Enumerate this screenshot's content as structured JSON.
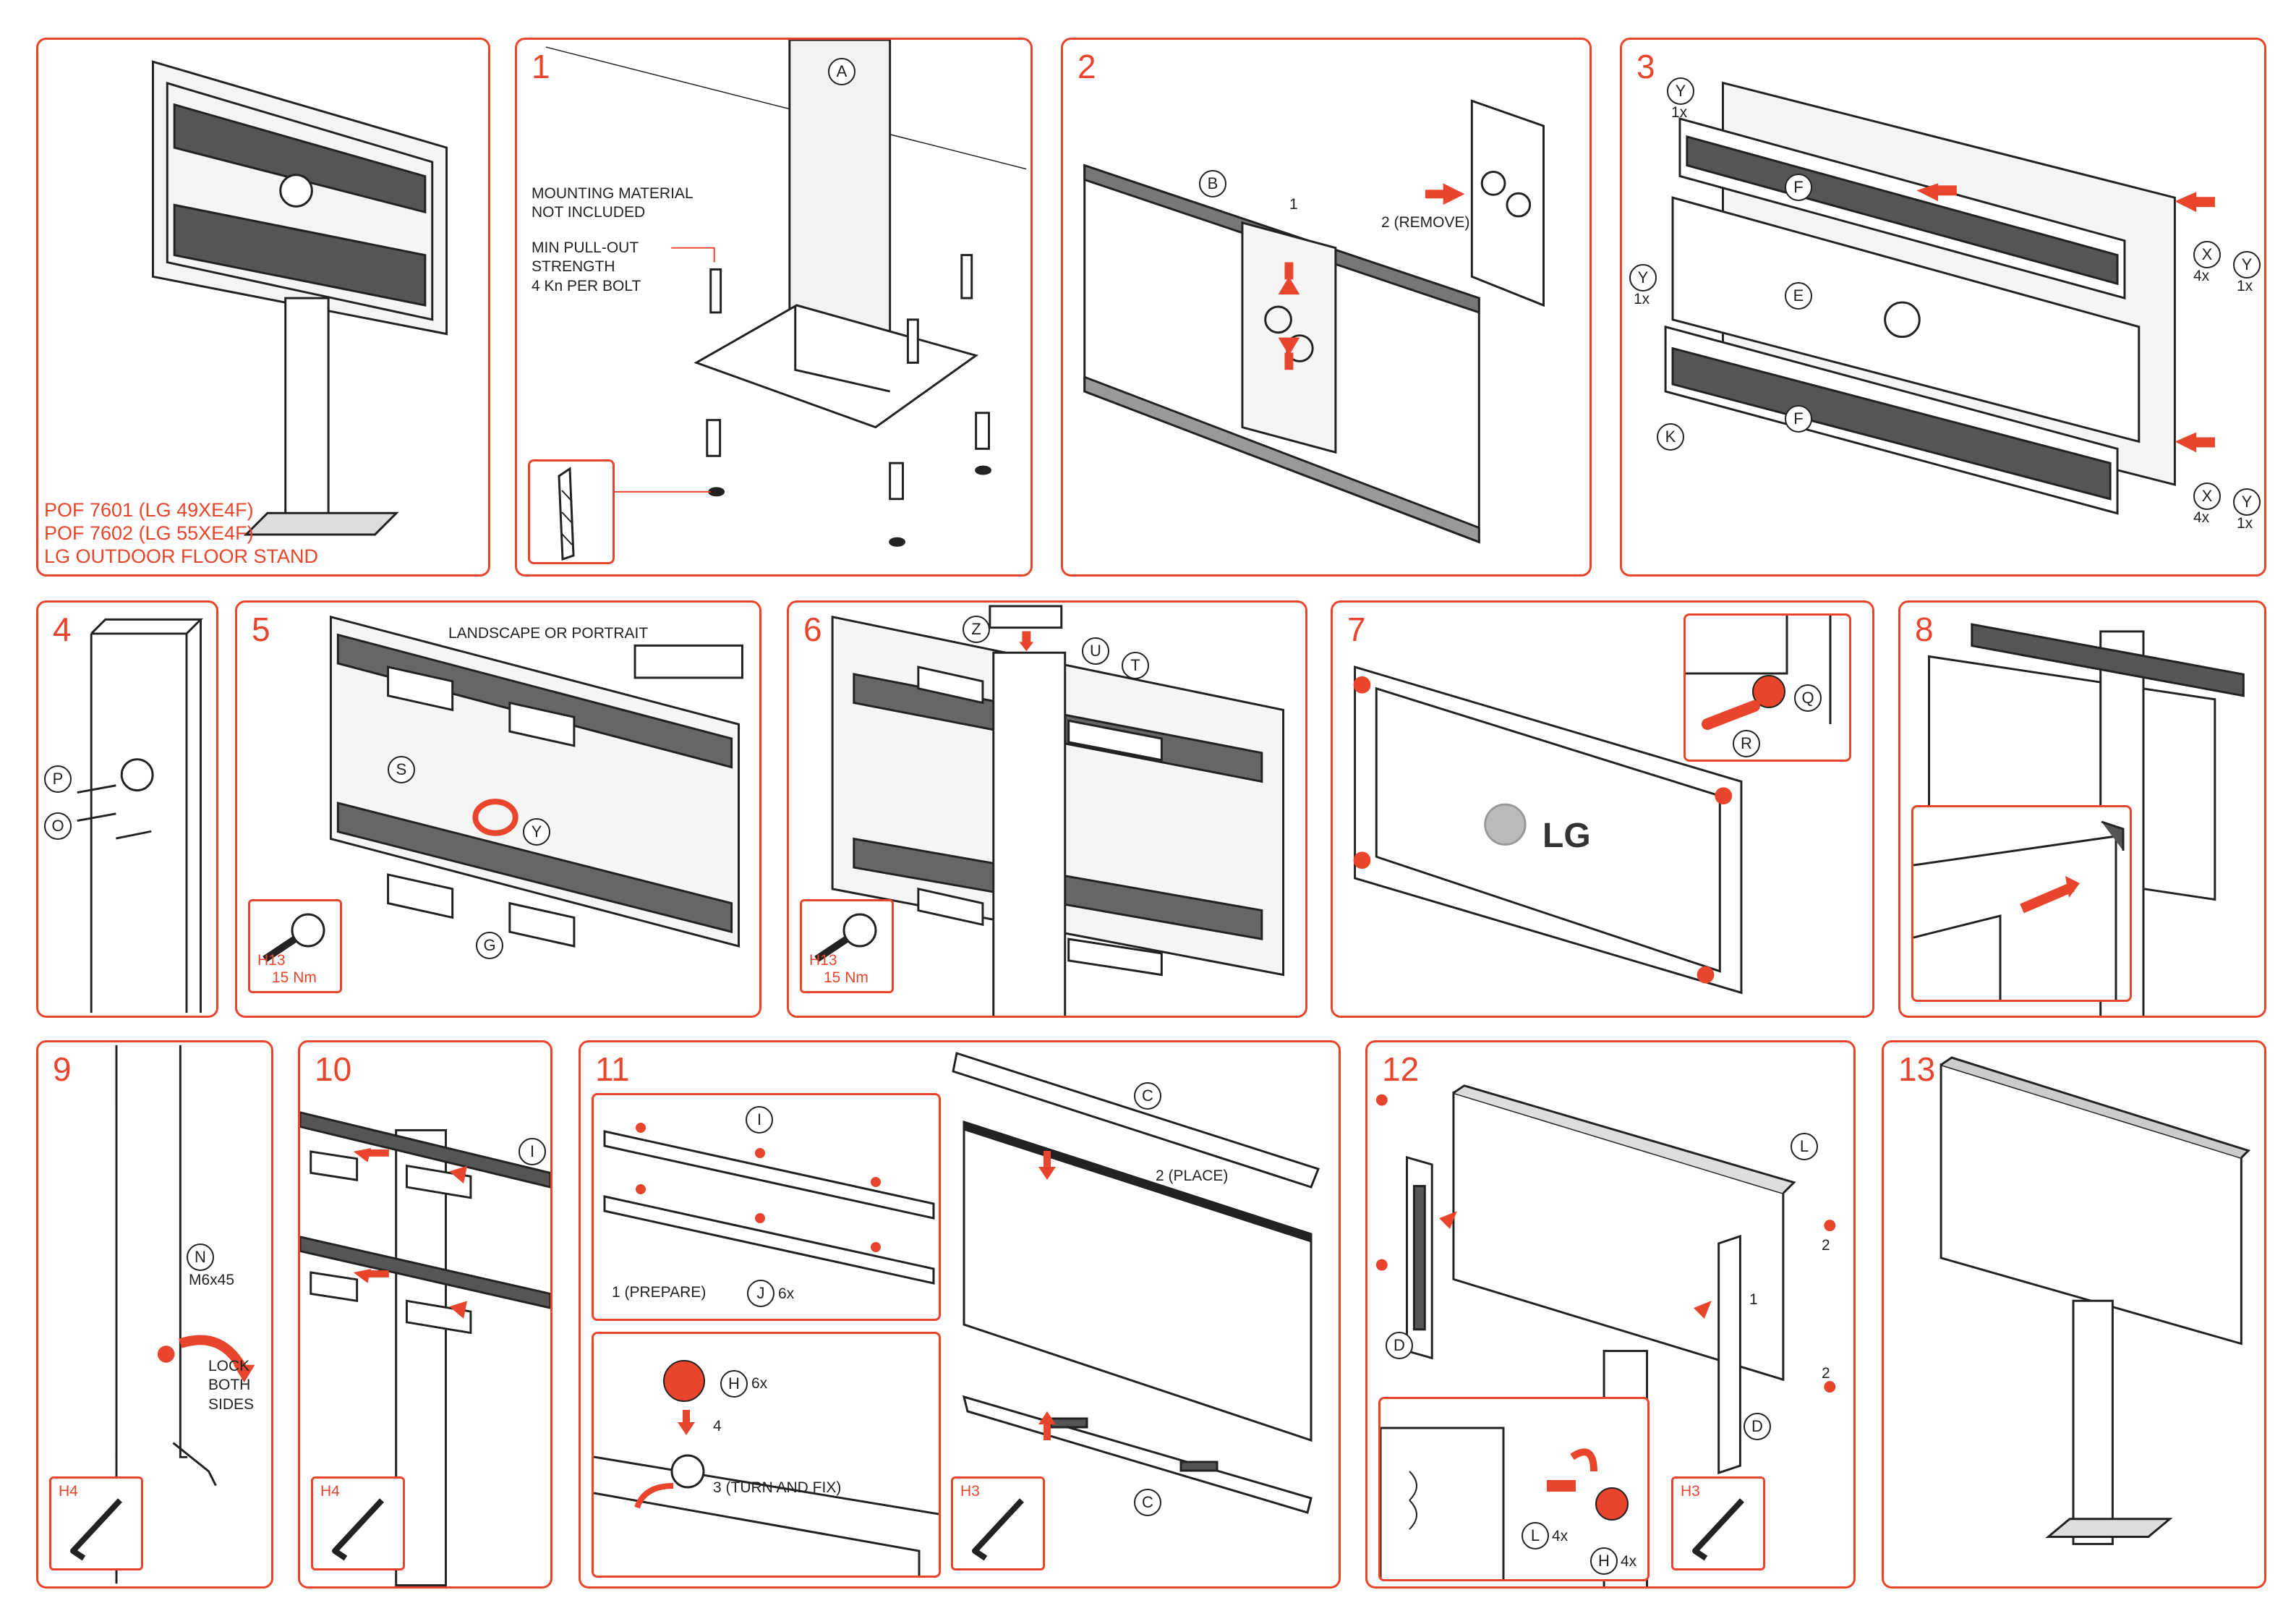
{
  "cover": {
    "lines": [
      "POF 7601 (LG 49XE4F)",
      "POF 7602 (LG 55XE4F)",
      "LG OUTDOOR FLOOR STAND"
    ]
  },
  "steps": {
    "s1": {
      "num": "1",
      "part_a": "A",
      "mount_note": [
        "MOUNTING MATERIAL",
        "NOT INCLUDED"
      ],
      "pull_note": [
        "MIN PULL-OUT",
        "STRENGTH",
        "4 Kn PER BOLT"
      ]
    },
    "s2": {
      "num": "2",
      "part_b": "B",
      "label_1": "1",
      "label_2": "2 (REMOVE)"
    },
    "s3": {
      "num": "3",
      "parts": {
        "y": "Y",
        "f": "F",
        "e": "E",
        "x": "X",
        "k": "K"
      },
      "counts": {
        "c1x": "1x",
        "c4x": "4x"
      }
    },
    "s4": {
      "num": "4",
      "p": "P",
      "o": "O"
    },
    "s5": {
      "num": "5",
      "note": "LANDSCAPE OR PORTRAIT",
      "s": "S",
      "y": "Y",
      "g": "G",
      "tool": [
        "H13",
        "15 Nm"
      ]
    },
    "s6": {
      "num": "6",
      "z": "Z",
      "u": "U",
      "t": "T",
      "tool": [
        "H13",
        "15 Nm"
      ]
    },
    "s7": {
      "num": "7",
      "logo": "LG",
      "q": "Q",
      "r": "R"
    },
    "s8": {
      "num": "8"
    },
    "s9": {
      "num": "9",
      "n": "N",
      "bolt": "M6x45",
      "lock": [
        "LOCK",
        "BOTH",
        "SIDES"
      ],
      "tool": "H4"
    },
    "s10": {
      "num": "10",
      "i": "I",
      "tool": "H4"
    },
    "s11": {
      "num": "11",
      "i": "I",
      "prepare": "1 (PREPARE)",
      "j": "J",
      "j_count": "6x",
      "h": "H",
      "h_count": "6x",
      "four": "4",
      "turn": "3 (TURN AND FIX)",
      "c": "C",
      "place": "2 (PLACE)",
      "tool": "H3"
    },
    "s12": {
      "num": "12",
      "l": "L",
      "d": "D",
      "two": "2",
      "one": "1",
      "l_count": "4x",
      "h": "H",
      "h_count": "4x",
      "tool": "H3"
    },
    "s13": {
      "num": "13"
    }
  },
  "colors": {
    "accent": "#e8452c",
    "ink": "#222222"
  }
}
